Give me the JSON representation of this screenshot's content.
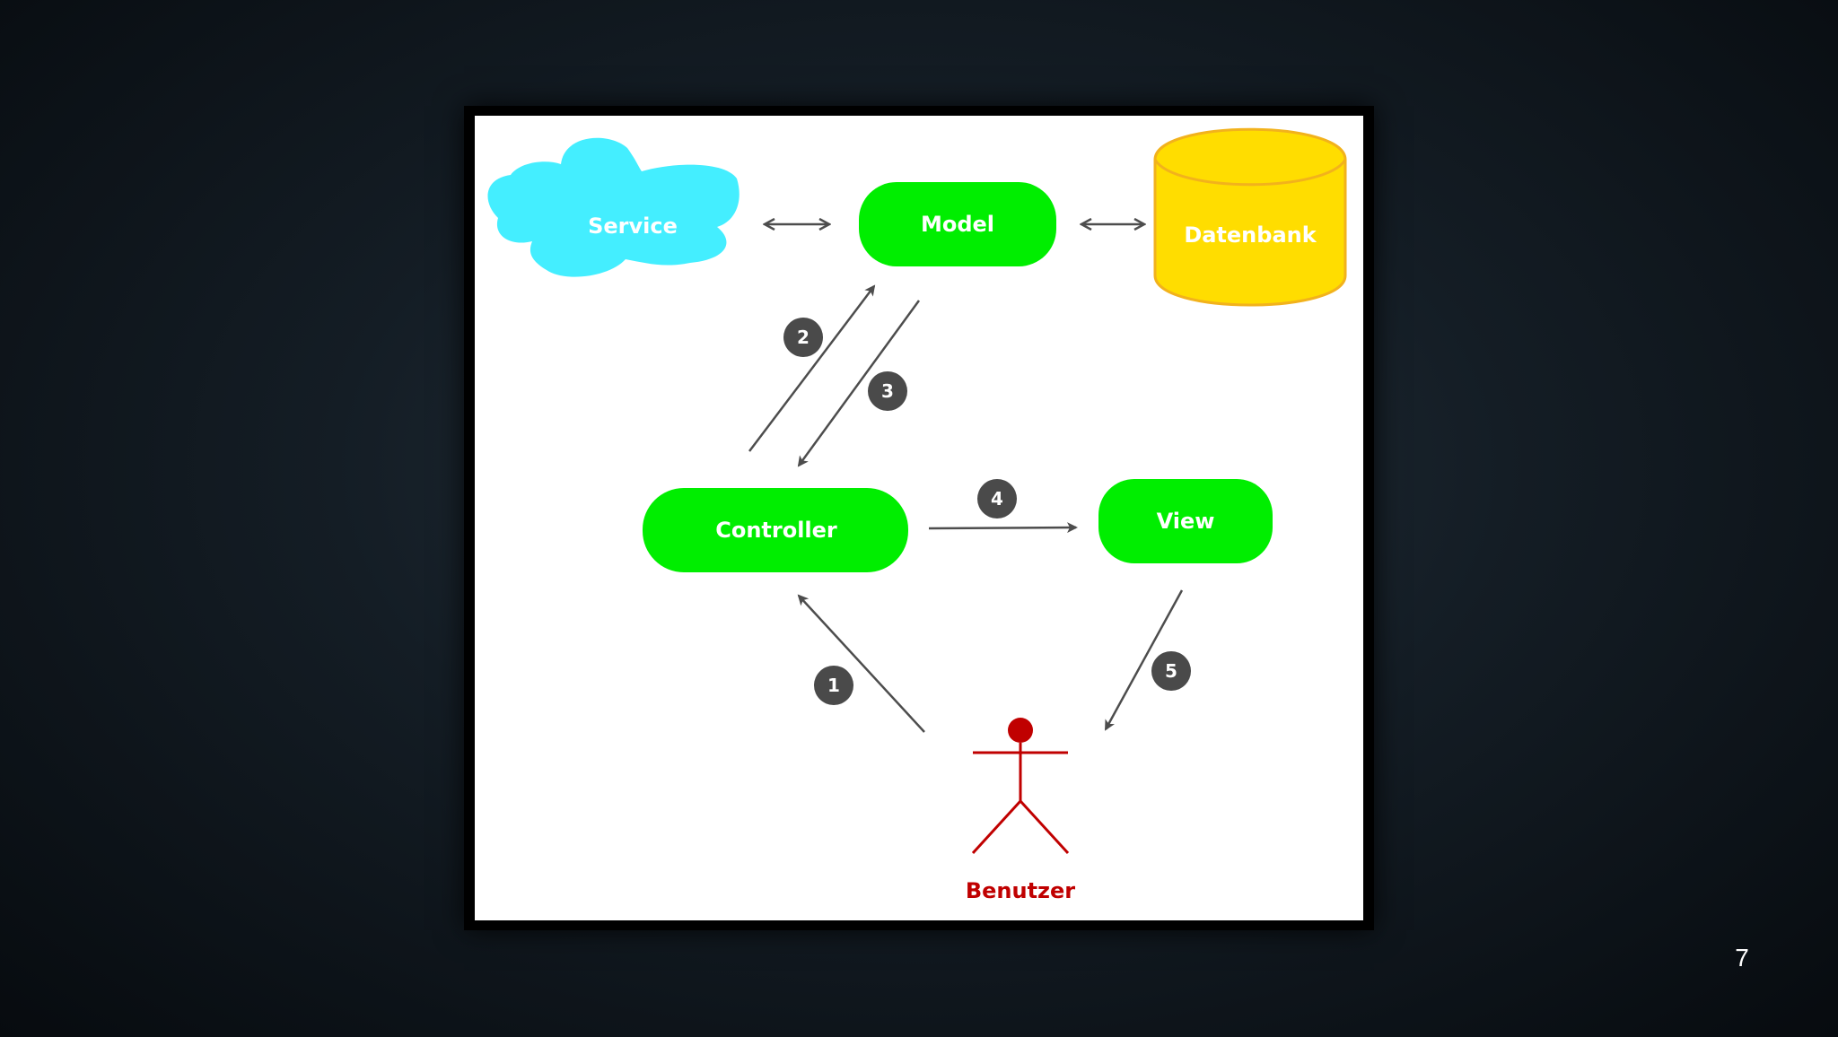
{
  "diagram": {
    "nodes": {
      "service": "Service",
      "model": "Model",
      "database": "Datenbank",
      "controller": "Controller",
      "view": "View",
      "user": "Benutzer"
    },
    "steps": {
      "s1": "1",
      "s2": "2",
      "s3": "3",
      "s4": "4",
      "s5": "5"
    },
    "colors": {
      "service_fill": "#44eeff",
      "box_fill": "#00ee00",
      "database_fill": "#ffdd00",
      "database_stroke": "#f2b21c",
      "arrow": "#4d4d4d",
      "step_badge": "#4a4a4a",
      "user": "#c00000"
    }
  },
  "slide": {
    "page_number": "7"
  }
}
